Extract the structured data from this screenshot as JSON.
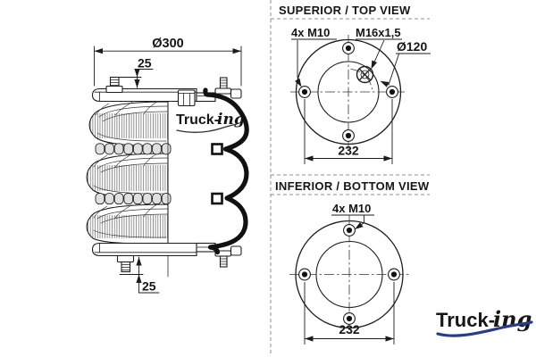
{
  "side_view": {
    "dim_diameter": "Ø300",
    "dim_stud_top": "25",
    "dim_stud_bottom": "25",
    "watermark_truck": "Truck-",
    "watermark_ing": "ing"
  },
  "top_view": {
    "title": "SUPERIOR / TOP VIEW",
    "label_bolts": "4x M10",
    "label_air_port": "M16x1,5",
    "label_port_circle": "Ø120",
    "dim_bolt_spacing": "232"
  },
  "bottom_view": {
    "title": "INFERIOR / BOTTOM VIEW",
    "label_bolts": "4x M10",
    "dim_bolt_spacing": "232"
  },
  "logo": {
    "truck": "Truck-",
    "ing": "ing"
  },
  "colors": {
    "line": "#1c1c1c",
    "dashed_border": "#8f8f8f",
    "logo_blue": "#2b3a8c",
    "logo_orange": "#ee7d1e",
    "watermark": "#2e2e2e"
  }
}
